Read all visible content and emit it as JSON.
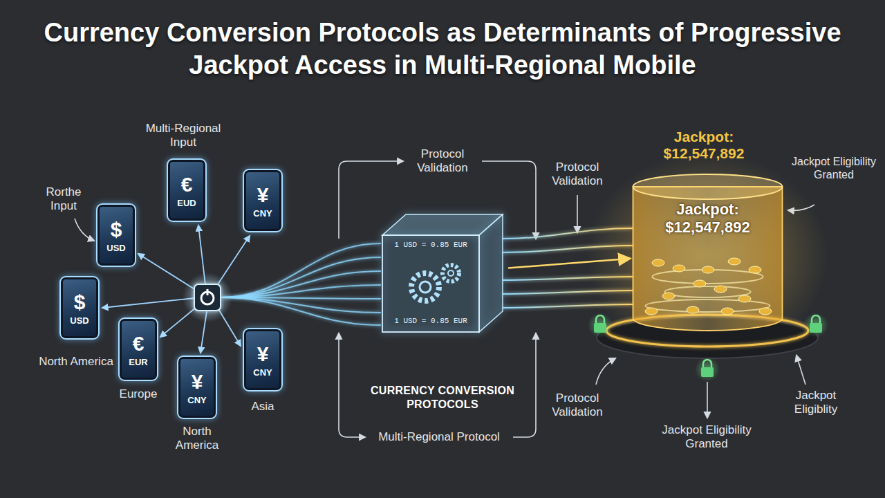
{
  "diagram": {
    "title": "Currency Conversion Protocols as Determinants of Progressive Jackpot Access in Multi-Regional Mobile",
    "nodes": [
      {
        "text": [
          "$",
          "USD"
        ]
      },
      {
        "text": [
          "€",
          "EUD"
        ]
      },
      {
        "text": [
          "¥",
          "CNY"
        ]
      },
      {
        "text": [
          "$",
          "USD"
        ]
      },
      {
        "text": [
          "€",
          "EUR"
        ]
      },
      {
        "text": [
          "¥",
          "CNY"
        ]
      },
      {
        "text": [
          "¥",
          "CNY"
        ]
      },
      {
        "text": [
          "1 USD = 0.85 EUR",
          "1 USD = 0.85 EUR",
          "CURRENCY CONVERSION PROTOCOLS"
        ]
      },
      {
        "text": [
          "Jackpot: $12,547,892"
        ]
      }
    ],
    "edges": [
      {
        "from": 7,
        "to": 8,
        "arrow": "to"
      }
    ],
    "labels": [
      "Multi-Regional Input",
      "Rorthe Input",
      "North America",
      "Europe",
      "North America",
      "Asia",
      "Protocol Validation",
      "Multi-Regional Protocol",
      "Protocol Validation",
      "Protocol Validation",
      "Jackpot: $12,547,892",
      "Jackpot Eligibility Granted",
      "Jackpot Eligiblity",
      "Jackpot Eligibility Granted"
    ]
  }
}
